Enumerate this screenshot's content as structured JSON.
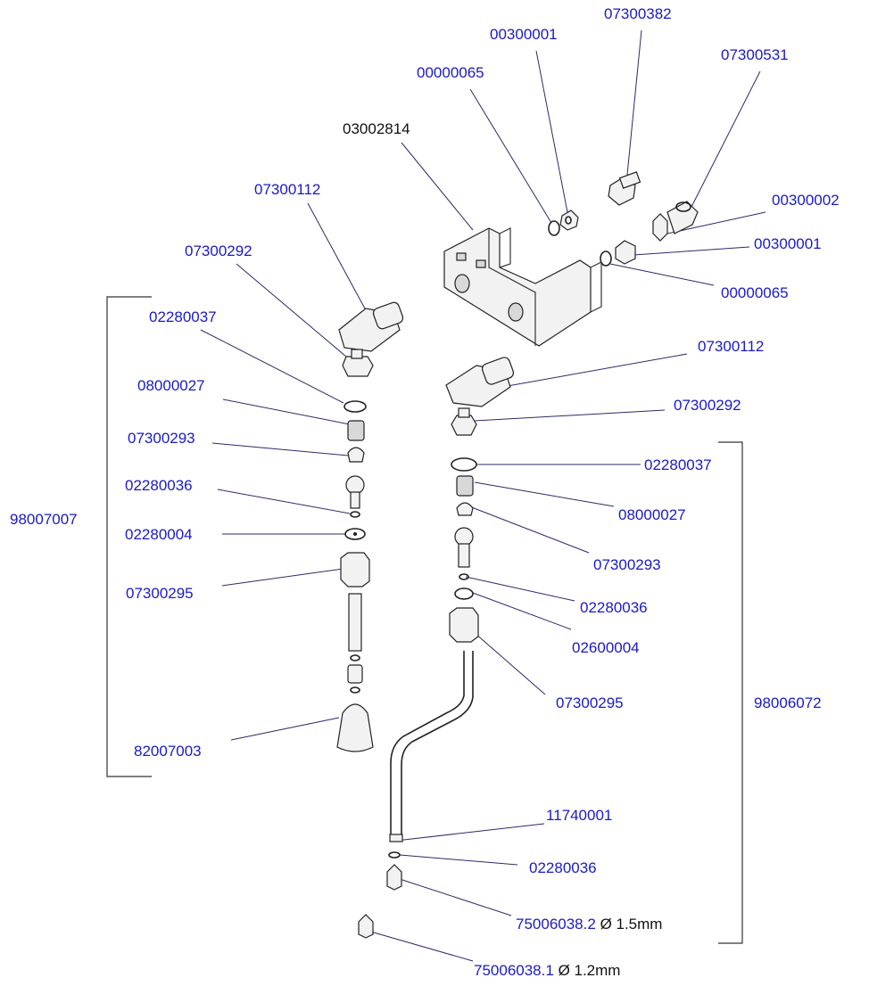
{
  "top": {
    "p_00300001": "00300001",
    "p_07300382": "07300382",
    "p_07300531": "07300531",
    "p_00000065": "00000065",
    "p_03002814": "03002814",
    "p_00300002": "00300002",
    "p_00300001b": "00300001",
    "p_00000065b": "00000065"
  },
  "left": {
    "p_07300112": "07300112",
    "p_07300292": "07300292",
    "p_02280037": "02280037",
    "p_08000027": "08000027",
    "p_07300293": "07300293",
    "p_02280036": "02280036",
    "p_02280004": "02280004",
    "p_07300295": "07300295",
    "p_82007003": "82007003",
    "assembly": "98007007"
  },
  "right": {
    "p_07300112": "07300112",
    "p_07300292": "07300292",
    "p_02280037": "02280037",
    "p_08000027": "08000027",
    "p_07300293": "07300293",
    "p_02280036": "02280036",
    "p_02600004": "02600004",
    "p_07300295": "07300295",
    "assembly": "98006072",
    "p_11740001": "11740001",
    "p_02280036b": "02280036",
    "p_75006038_2": "75006038.2",
    "dim_2": "Ø 1.5mm",
    "p_75006038_1": "75006038.1",
    "dim_1": "Ø 1.2mm"
  }
}
